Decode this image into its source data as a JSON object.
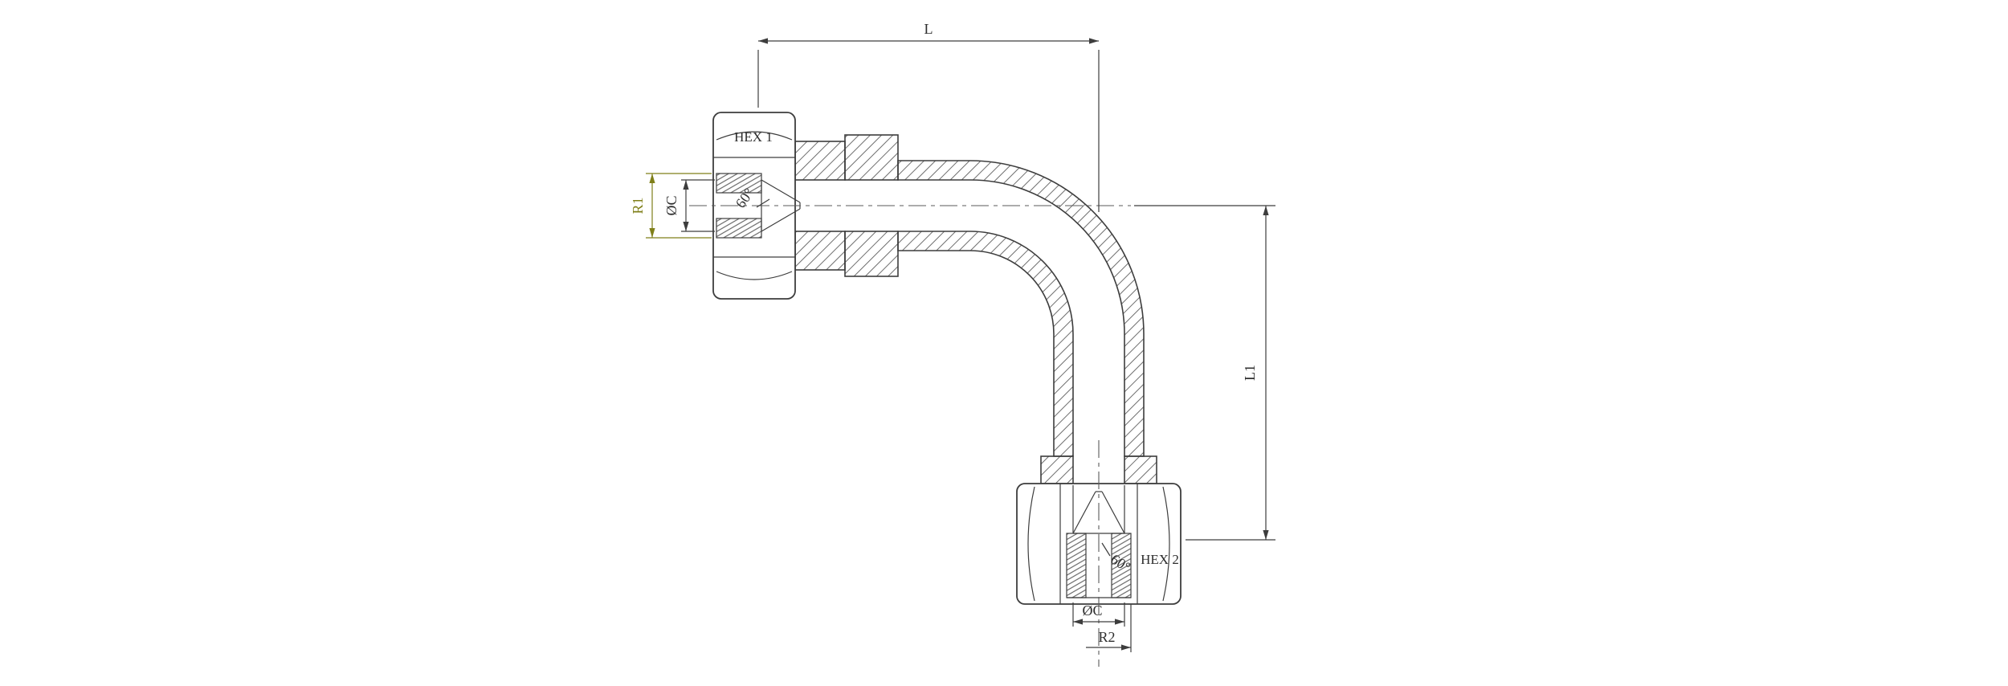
{
  "drawing": {
    "type": "technical-section-drawing",
    "subject": "90 degree elbow swivel hose fitting, cross-section with dimensions",
    "background_color": "#ffffff",
    "line_color": "#3d3d3d",
    "accent_color": "#7f7f19",
    "labels": {
      "hex1": "HEX 1",
      "hex2": "HEX 2",
      "dim_L": "L",
      "dim_L1": "L1",
      "dim_R1": "R1",
      "dim_R2": "R2",
      "dia_c_left": "ØC",
      "dia_c_bottom": "ØC",
      "angle_left": "60°",
      "angle_bottom": "60°"
    }
  }
}
